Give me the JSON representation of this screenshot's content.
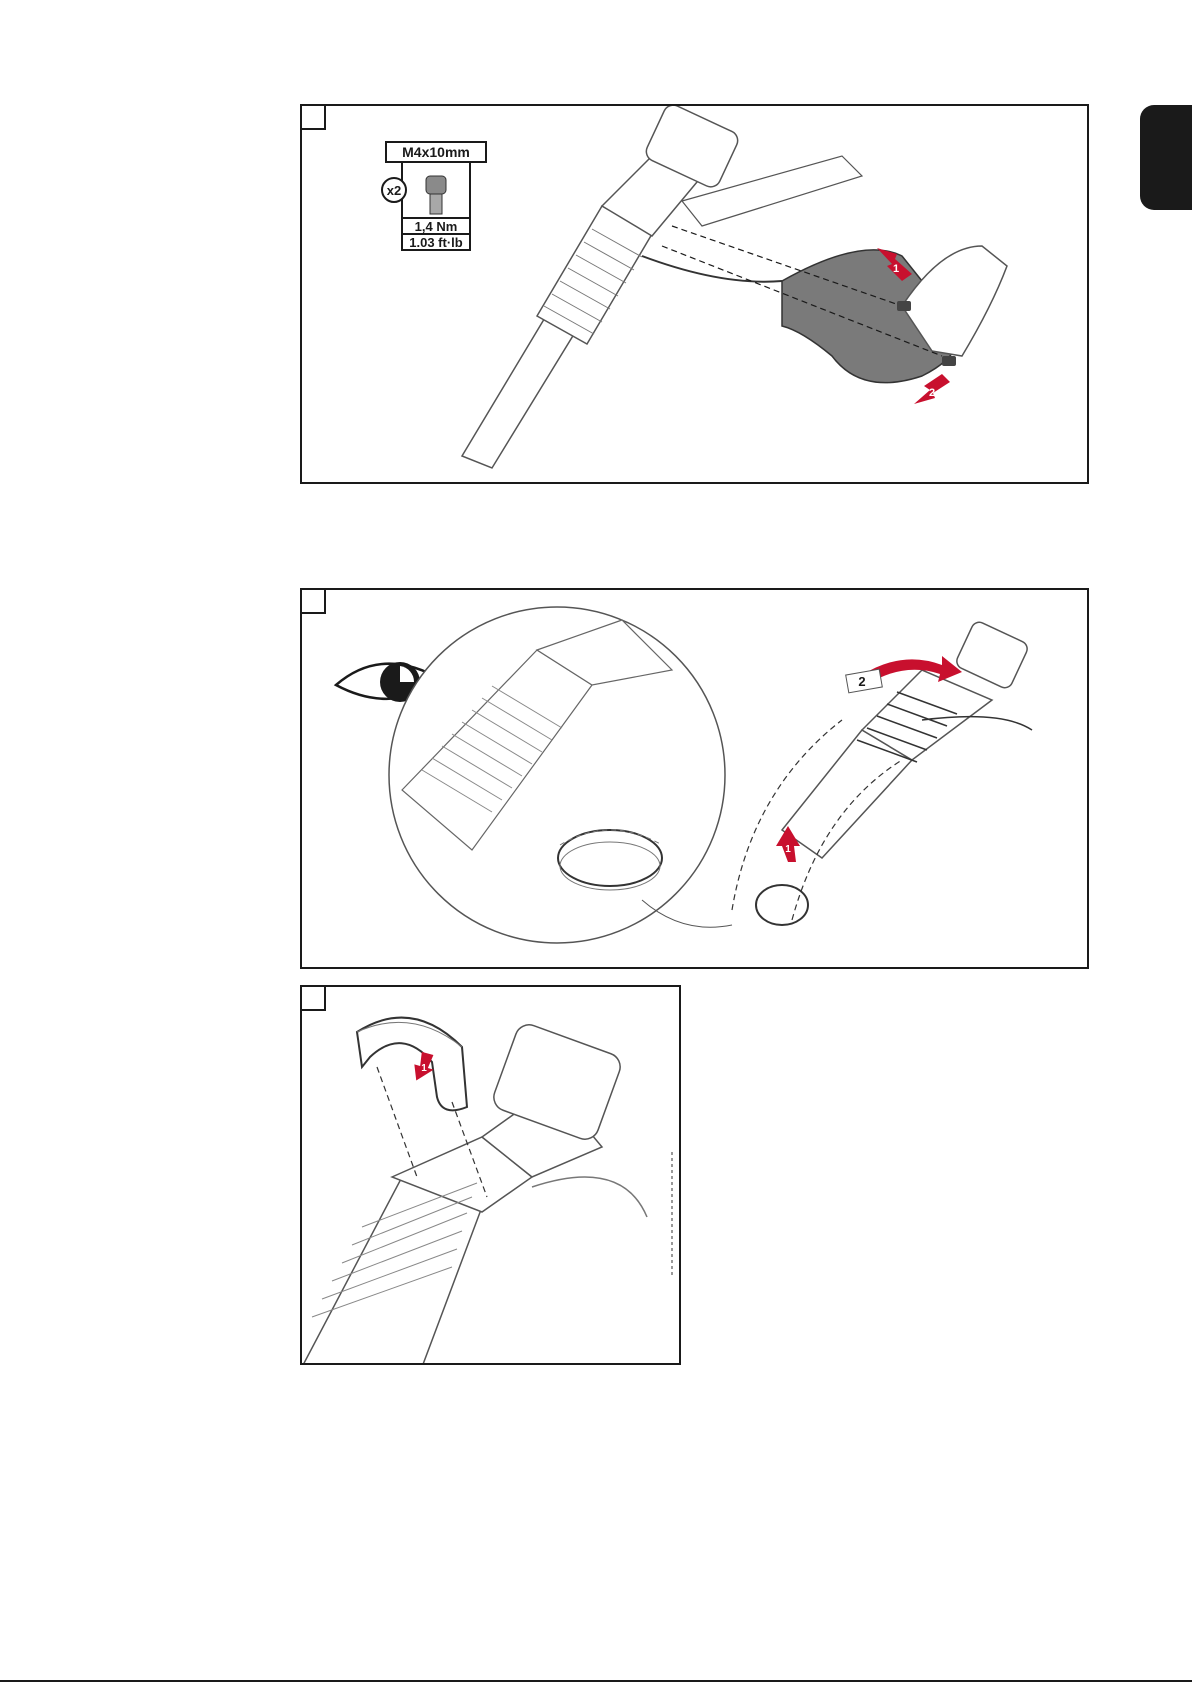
{
  "panel1": {
    "screw_spec": "M4x10mm",
    "quantity": "x2",
    "torque_nm": "1,4 Nm",
    "torque_ftlb": "1.03 ft·lb",
    "arrow_labels": [
      "1",
      "2"
    ]
  },
  "panel2": {
    "arrow_labels": [
      "2",
      "1"
    ]
  },
  "panel3": {
    "arrow_labels": [
      "1"
    ]
  },
  "colors": {
    "accent_red": "#c8102e",
    "line": "#1a1a1a",
    "part_gray": "#6b6b6b"
  }
}
